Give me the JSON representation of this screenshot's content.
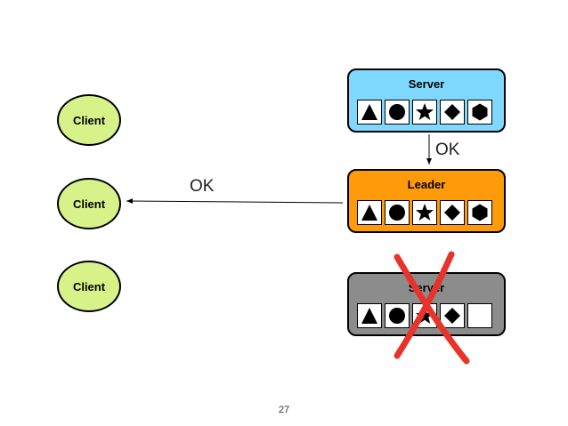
{
  "clients": [
    {
      "label": "Client"
    },
    {
      "label": "Client"
    },
    {
      "label": "Client"
    }
  ],
  "servers": [
    {
      "title": "Server",
      "fill": "#7fd8ff",
      "slots": [
        "triangle",
        "circle",
        "star",
        "diamond",
        "hexagon"
      ],
      "crashed": false
    },
    {
      "title": "Leader",
      "fill": "#ff9a0a",
      "slots": [
        "triangle",
        "circle",
        "star",
        "diamond",
        "hexagon"
      ],
      "crashed": false
    },
    {
      "title": "Server",
      "fill": "#8c8c8c",
      "slots": [
        "triangle",
        "circle",
        "star",
        "diamond",
        "empty"
      ],
      "crashed": true
    }
  ],
  "arrows": {
    "server_to_leader_label": "OK",
    "leader_to_client_label": "OK"
  },
  "crash_mark_color": "#e8332a",
  "page_number": "27"
}
